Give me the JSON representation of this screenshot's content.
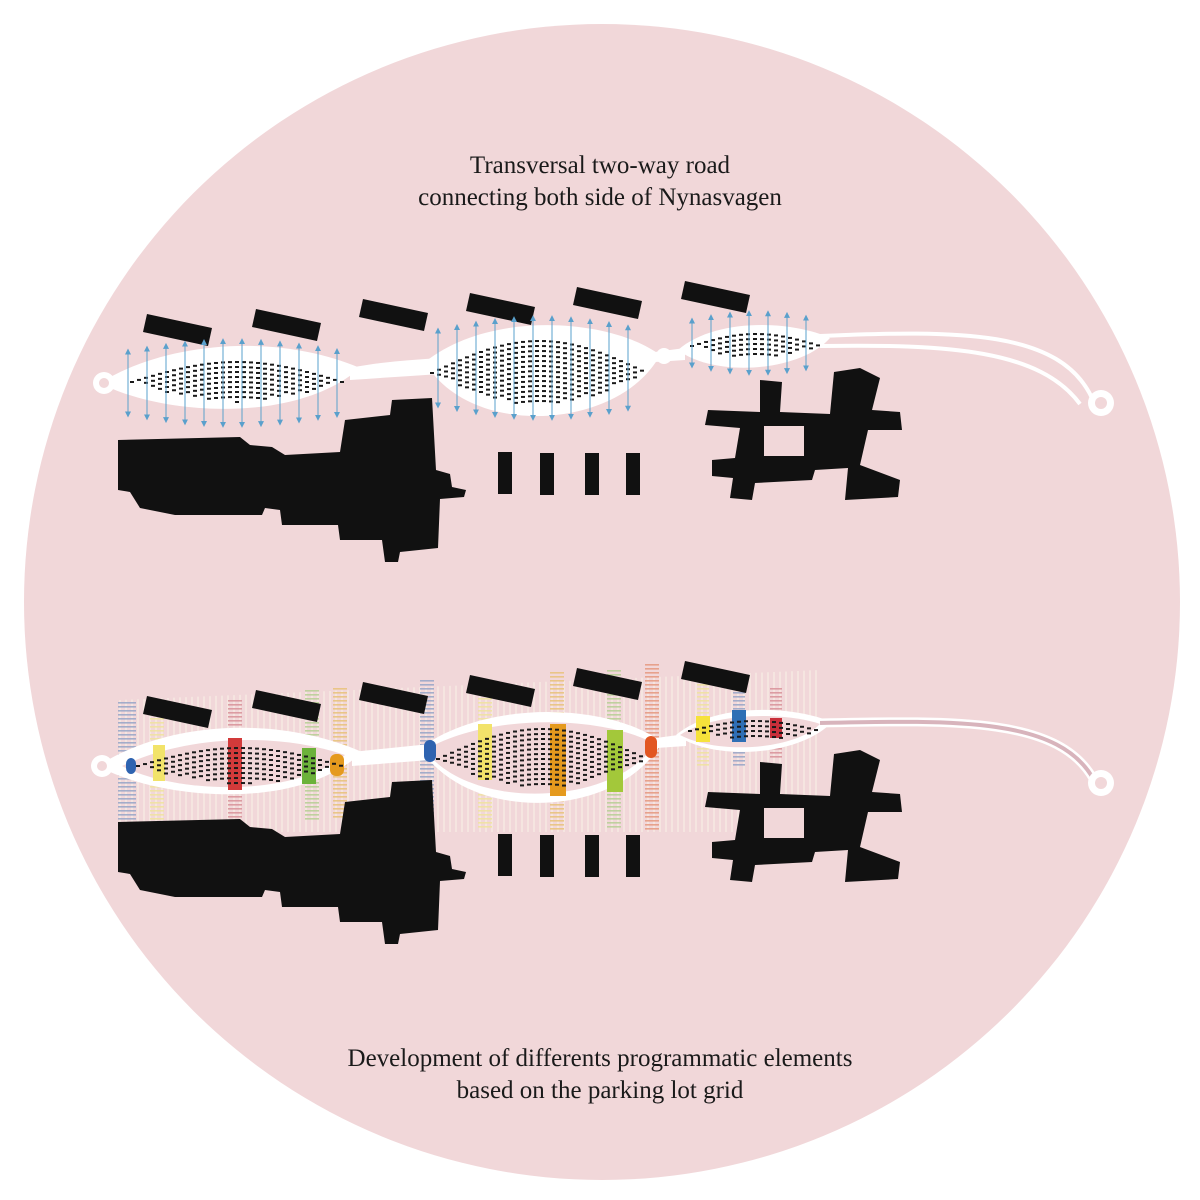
{
  "captions": {
    "top_line1": "Transversal two-way road",
    "top_line2": "connecting both side of Nynasvagen",
    "bottom_line1": "Development of differents programmatic elements",
    "bottom_line2": "based on the parking lot grid"
  },
  "colors": {
    "disc": "#f1d7d9",
    "road": "#ffffff",
    "building": "#111111",
    "parking": "#1a1a1a",
    "arrow": "#5aa0cc",
    "tail_road": "#d8b4bc"
  },
  "program_colors": [
    "#2e63b0",
    "#f2e36a",
    "#d23a3a",
    "#6cb23a",
    "#e59a1e",
    "#e25622",
    "#a3c83a",
    "#2f6fb5",
    "#f6e23b",
    "#c92f3a"
  ]
}
